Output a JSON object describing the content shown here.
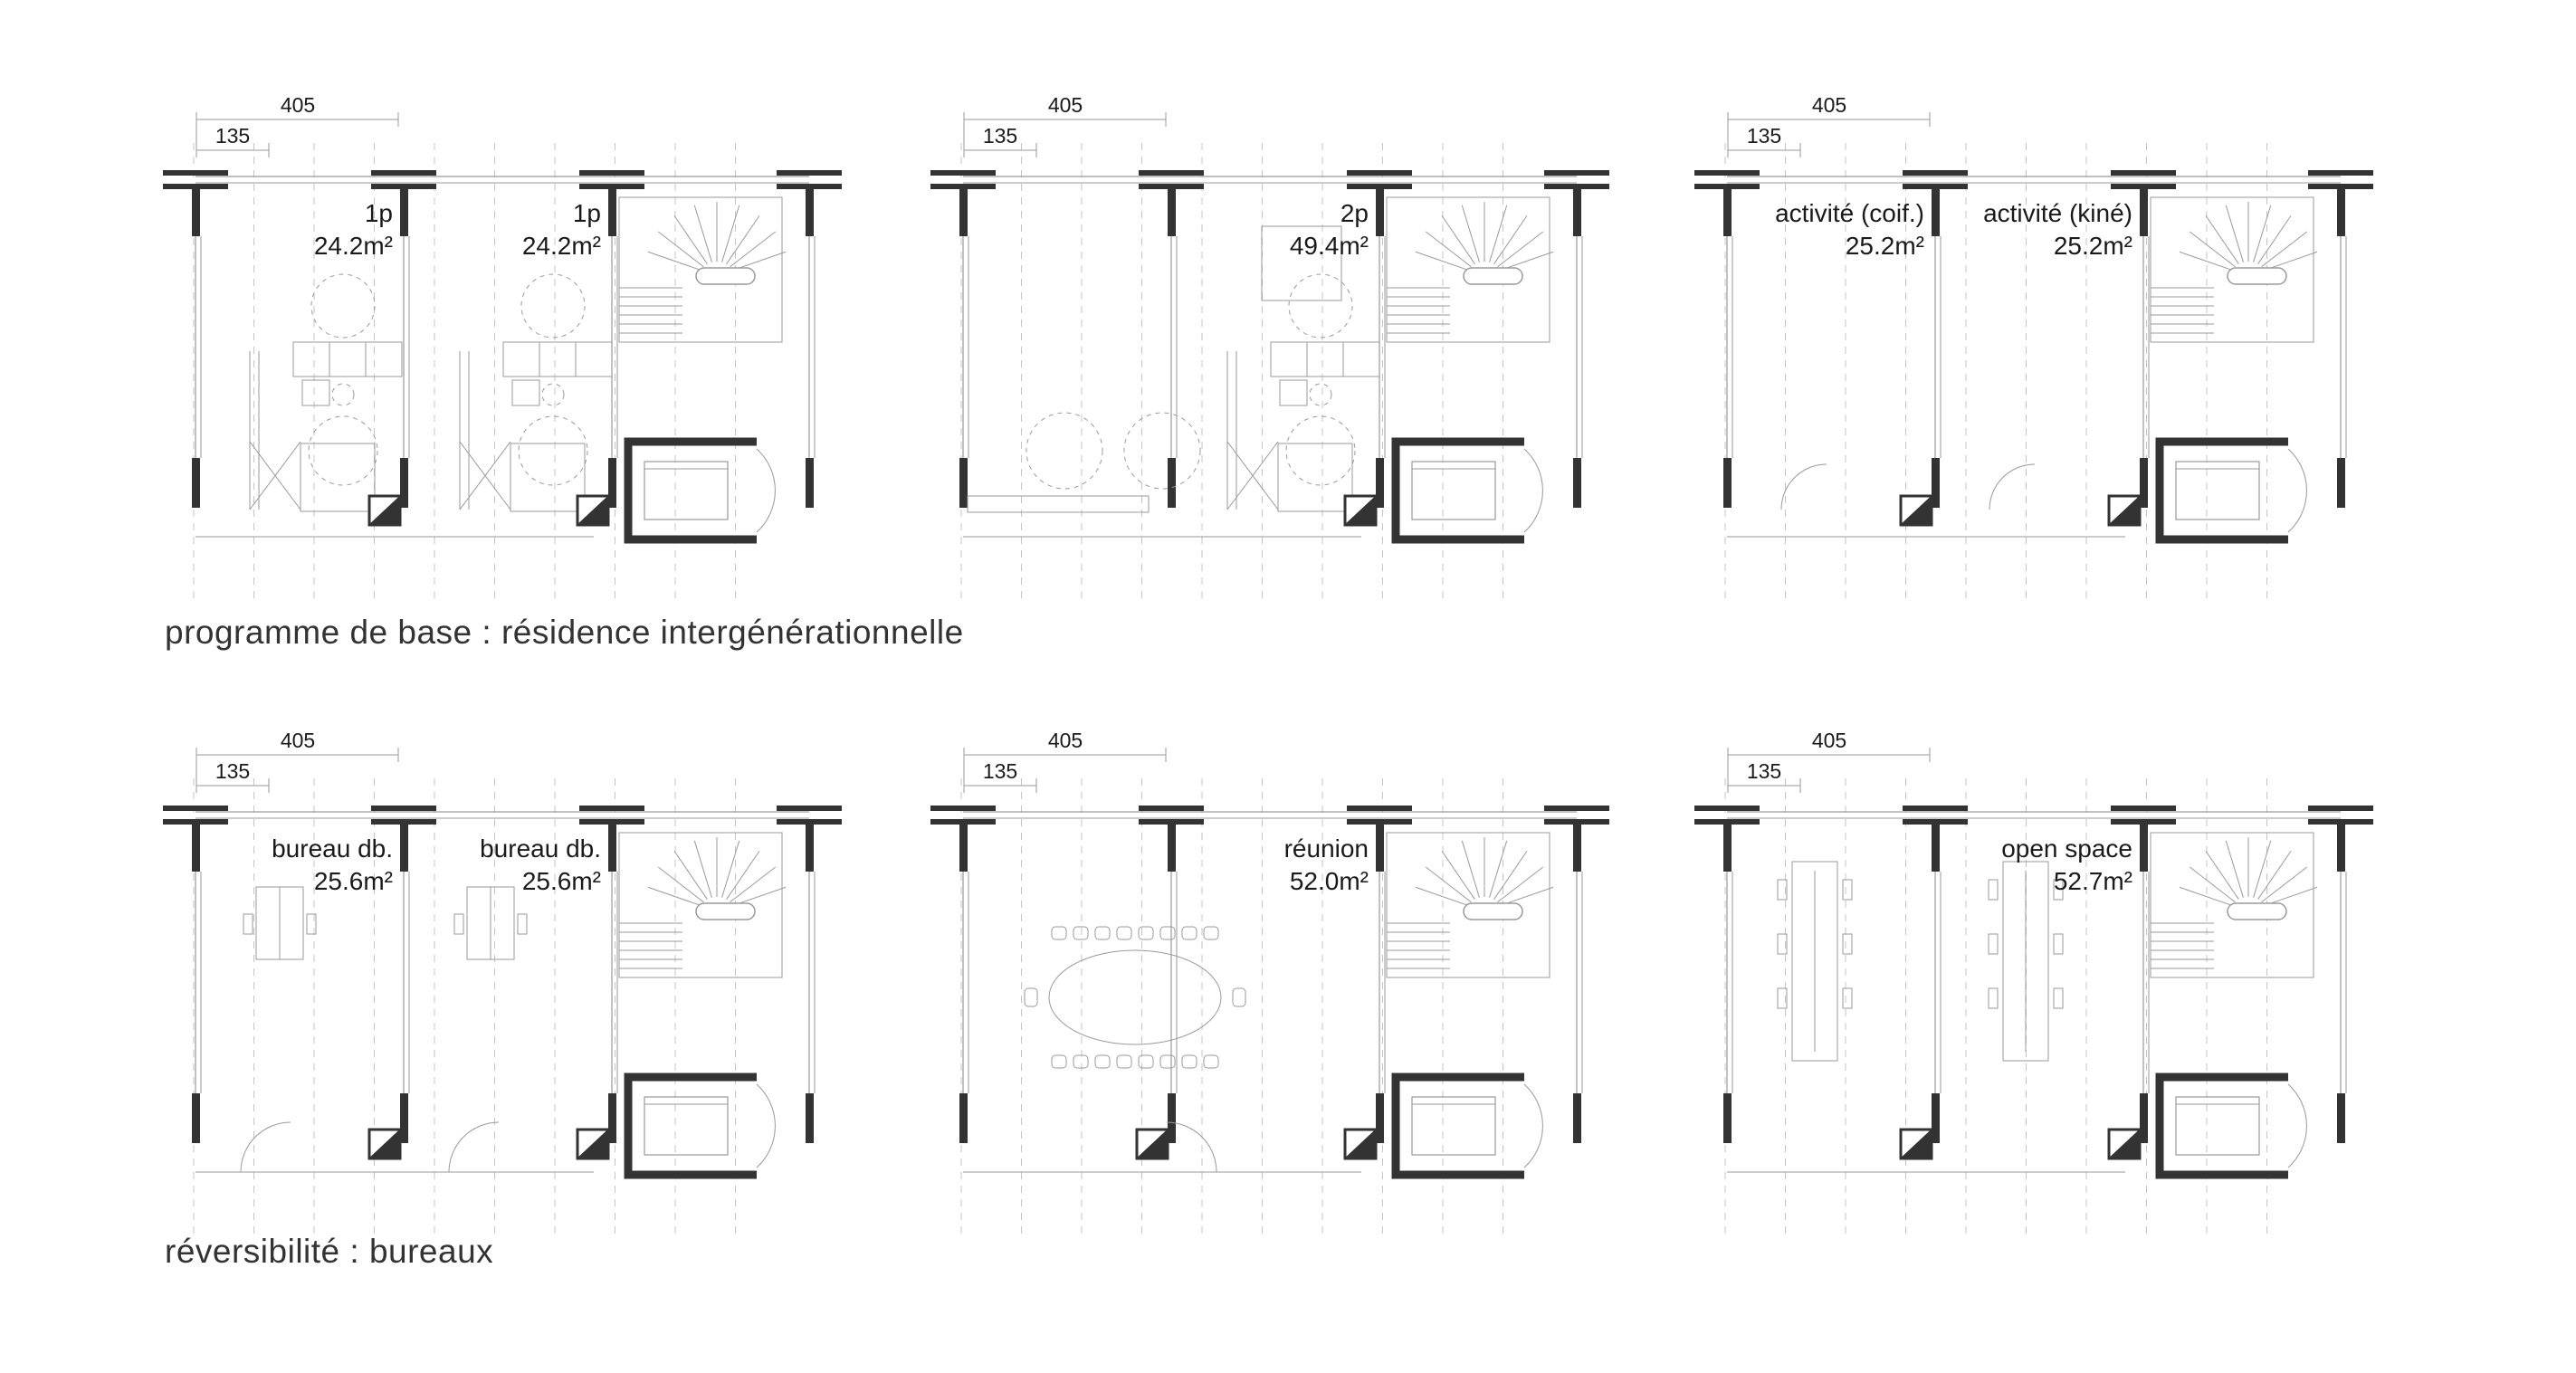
{
  "sections": [
    {
      "heading": "programme de base : résidence intergénérationnelle",
      "plans": [
        {
          "dim_total": "405",
          "dim_partial": "135",
          "rooms": [
            {
              "name": "1p",
              "area": "24.2m²"
            },
            {
              "name": "1p",
              "area": "24.2m²"
            }
          ]
        },
        {
          "dim_total": "405",
          "dim_partial": "135",
          "rooms": [
            {
              "name": "2p",
              "area": "49.4m²"
            }
          ]
        },
        {
          "dim_total": "405",
          "dim_partial": "135",
          "rooms": [
            {
              "name": "activité (coif.)",
              "area": "25.2m²"
            },
            {
              "name": "activité (kiné)",
              "area": "25.2m²"
            }
          ]
        }
      ]
    },
    {
      "heading": "réversibilité : bureaux",
      "plans": [
        {
          "dim_total": "405",
          "dim_partial": "135",
          "rooms": [
            {
              "name": "bureau db.",
              "area": "25.6m²"
            },
            {
              "name": "bureau db.",
              "area": "25.6m²"
            }
          ]
        },
        {
          "dim_total": "405",
          "dim_partial": "135",
          "rooms": [
            {
              "name": "réunion",
              "area": "52.0m²"
            }
          ]
        },
        {
          "dim_total": "405",
          "dim_partial": "135",
          "rooms": [
            {
              "name": "open space",
              "area": "52.7m²"
            }
          ]
        }
      ]
    }
  ],
  "colors": {
    "wall": "#333333",
    "thin_line": "#9a9a9a",
    "grid": "#c4c4c4"
  }
}
